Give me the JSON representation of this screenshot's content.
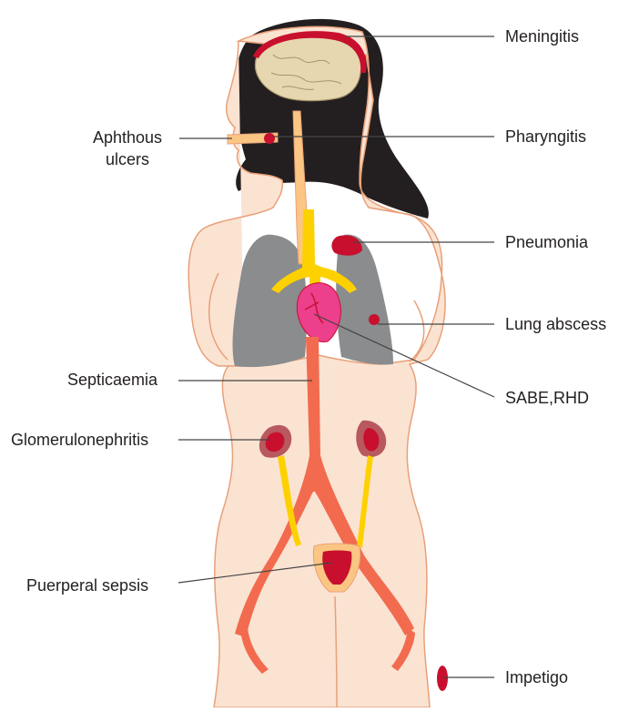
{
  "labels": {
    "meningitis": "Meningitis",
    "pharyngitis": "Pharyngitis",
    "aphthous_line1": "Aphthous",
    "aphthous_line2": "ulcers",
    "pneumonia": "Pneumonia",
    "lung_abscess": "Lung abscess",
    "septicaemia": "Septicaemia",
    "sabe_rhd": "SABE,RHD",
    "glomerulonephritis": "Glomerulonephritis",
    "puerperal_sepsis": "Puerperal sepsis",
    "impetigo": "Impetigo"
  },
  "colors": {
    "skin": "#fbe3d2",
    "outline": "#e8a079",
    "hair": "#231f20",
    "lesion": "#c8102e",
    "vessel": "#f26b4f",
    "airway": "#fdd100",
    "gut": "#fbc683",
    "lung": "#8a8c8e",
    "heart": "#ec3f8c",
    "kidney_outer": "#b8595f",
    "brain": "#e6d7b0",
    "leader": "#444444"
  }
}
